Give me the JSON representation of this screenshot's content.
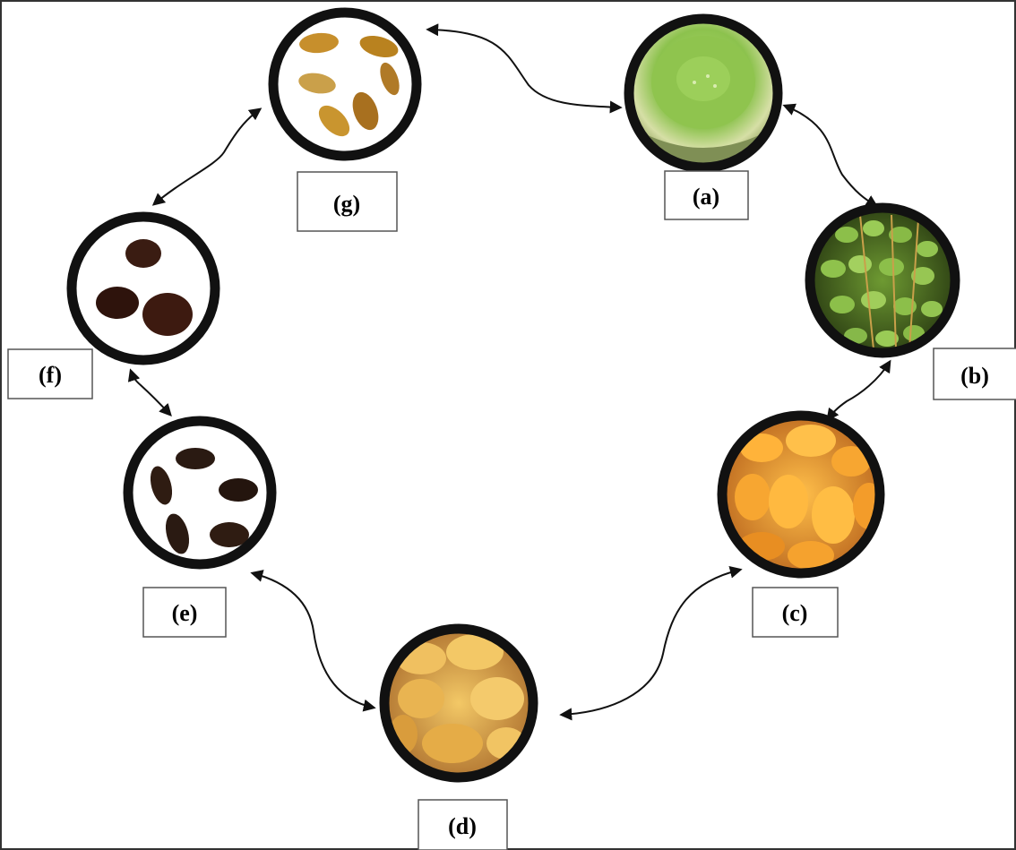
{
  "diagram": {
    "stages": [
      {
        "id": "g",
        "label": "(g)",
        "content": "golden-brown dried dates"
      },
      {
        "id": "a",
        "label": "(a)",
        "content": "green round fruit set"
      },
      {
        "id": "b",
        "label": "(b)",
        "content": "green elongated dates on strands"
      },
      {
        "id": "c",
        "label": "(c)",
        "content": "yellow-orange dates"
      },
      {
        "id": "d",
        "label": "(d)",
        "content": "yellow softening dates"
      },
      {
        "id": "e",
        "label": "(e)",
        "content": "dark brown dates"
      },
      {
        "id": "f",
        "label": "(f)",
        "content": "dark glossy dates"
      }
    ],
    "colors": {
      "ring": "#111111",
      "box": "#555555",
      "g_fill": "#c9952f",
      "a_fill": "#9bc45a",
      "b_fill": "#86b849",
      "c_fill": "#f0a632",
      "d_fill": "#e7b24e",
      "e_fill": "#2a1a12",
      "f_fill": "#3a1c12"
    }
  }
}
